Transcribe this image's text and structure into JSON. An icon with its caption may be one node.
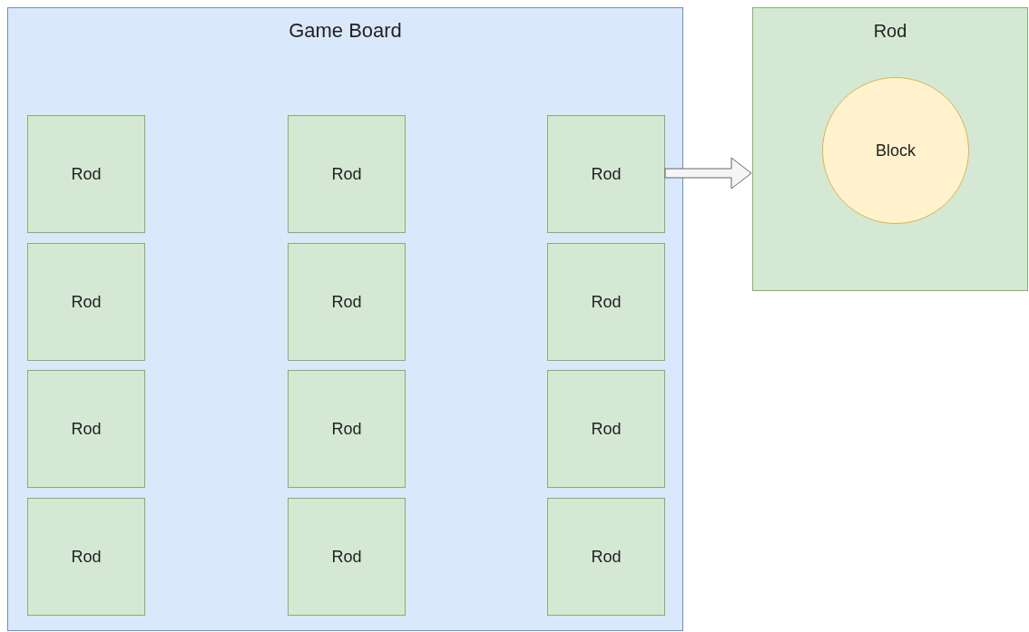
{
  "diagram": {
    "nodes": [
      {
        "text": [
          "Game Board"
        ]
      },
      {
        "text": [
          "Rod"
        ],
        "in": 0
      },
      {
        "text": [
          "Rod"
        ],
        "in": 0
      },
      {
        "text": [
          "Rod"
        ],
        "in": 0
      },
      {
        "text": [
          "Rod"
        ],
        "in": 0
      },
      {
        "text": [
          "Rod"
        ],
        "in": 0
      },
      {
        "text": [
          "Rod"
        ],
        "in": 0
      },
      {
        "text": [
          "Rod"
        ],
        "in": 0
      },
      {
        "text": [
          "Rod"
        ],
        "in": 0
      },
      {
        "text": [
          "Rod"
        ],
        "in": 0
      },
      {
        "text": [
          "Rod"
        ],
        "in": 0
      },
      {
        "text": [
          "Rod"
        ],
        "in": 0
      },
      {
        "text": [
          "Rod"
        ],
        "in": 0
      },
      {
        "text": [
          "Rod"
        ]
      },
      {
        "text": [
          "Block"
        ],
        "in": 13
      }
    ],
    "edges": [
      {
        "from": 3,
        "to": 13,
        "arrow": "to",
        "style": "thick"
      }
    ]
  }
}
